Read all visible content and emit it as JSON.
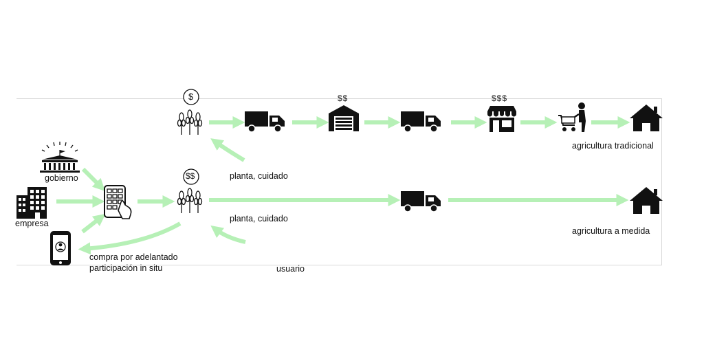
{
  "colors": {
    "arrow": "#b6f0b6",
    "icon": "#111111",
    "frame": "#d8d8d8"
  },
  "top_row": {
    "coin_symbol": "$",
    "warehouse_price": "$$",
    "store_price": "$$$",
    "return_label": "planta, cuidado",
    "end_label": "agricultura tradicional"
  },
  "bottom_row": {
    "coin_symbol": "$$",
    "return_label": "planta, cuidado",
    "end_label": "agricultura a medida",
    "user_label": "usuario",
    "phone_label_1": "compra por adelantado",
    "phone_label_2": "participación in situ"
  },
  "actors": {
    "government": "gobierno",
    "company": "empresa"
  },
  "icons": [
    "coin-icon",
    "wheat-icon",
    "truck-icon",
    "warehouse-icon",
    "store-icon",
    "shopper-cart-icon",
    "house-icon",
    "government-building-icon",
    "office-building-icon",
    "phone-icon",
    "tablet-hand-icon"
  ]
}
